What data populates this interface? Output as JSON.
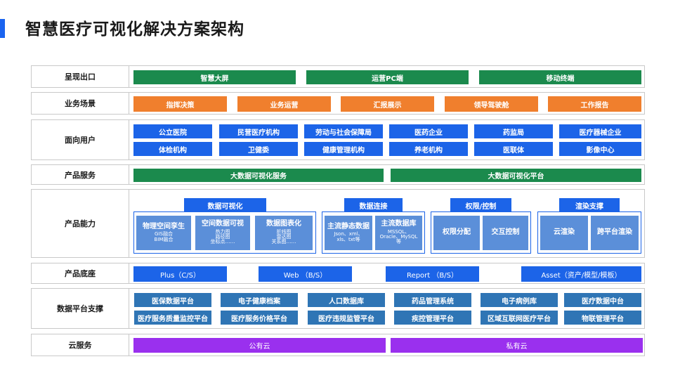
{
  "title": "智慧医疗可视化解决方案架构",
  "rows": {
    "presentation": {
      "label": "呈现出口",
      "items": [
        "智慧大屏",
        "运营PC端",
        "移动终端"
      ]
    },
    "scenarios": {
      "label": "业务场景",
      "items": [
        "指挥决策",
        "业务运营",
        "汇报展示",
        "领导驾驶舱",
        "工作报告"
      ]
    },
    "users": {
      "label": "面向用户",
      "items": [
        "公立医院",
        "民营医疗机构",
        "劳动与社会保障局",
        "医药企业",
        "药监局",
        "医疗器械企业",
        "体检机构",
        "卫健委",
        "健康管理机构",
        "养老机构",
        "医联体",
        "影像中心"
      ]
    },
    "services": {
      "label": "产品服务",
      "items": [
        "大数据可视化服务",
        "大数据可视化平台"
      ]
    },
    "capabilities": {
      "label": "产品能力",
      "groups": [
        {
          "title": "数据可视化",
          "subs": [
            {
              "title": "物理空间孪生",
              "lines": [
                "GIS融合",
                "BIM融合"
              ]
            },
            {
              "title": "空间数据可视",
              "lines": [
                "热力图",
                "路径图",
                "坐标点……"
              ]
            },
            {
              "title": "数据图表化",
              "lines": [
                "折线图",
                "雷达图",
                "关系图……"
              ]
            }
          ]
        },
        {
          "title": "数据连接",
          "subs": [
            {
              "title": "主流静态数据",
              "lines": [
                "Json、xml、",
                "xls、txt等"
              ]
            },
            {
              "title": "主流数据库",
              "lines": [
                "MSSQL、",
                "Oracle、MySQL",
                "等"
              ]
            }
          ]
        },
        {
          "title": "权限/控制",
          "subs": [
            {
              "title": "权限分配",
              "lines": []
            },
            {
              "title": "交互控制",
              "lines": []
            }
          ]
        },
        {
          "title": "渲染支撑",
          "subs": [
            {
              "title": "云渲染",
              "lines": []
            },
            {
              "title": "跨平台渲染",
              "lines": []
            }
          ]
        }
      ]
    },
    "base": {
      "label": "产品底座",
      "items": [
        "Plus（C/S）",
        "Web （B/S）",
        "Report （B/S）",
        "Asset（资产/模型/模板）"
      ]
    },
    "data_platform": {
      "label": "数据平台支撑",
      "items": [
        "医保数据平台",
        "电子健康档案",
        "人口数据库",
        "药品管理系统",
        "电子病例库",
        "医疗数据中台",
        "医疗服务质量监控平台",
        "医疗服务价格平台",
        "医疗违规监管平台",
        "疾控管理平台",
        "区域互联网医疗平台",
        "物联管理平台"
      ]
    },
    "cloud": {
      "label": "云服务",
      "items": [
        "公有云",
        "私有云"
      ]
    }
  },
  "colors": {
    "accent": "#1a64f0",
    "green": "#1b8a4d",
    "orange": "#f07f2d",
    "blue": "#1c64e8",
    "steel": "#2f75b5",
    "light_blue": "#5b8fd9",
    "purple": "#9a30ee",
    "border": "#c9c9c9"
  }
}
